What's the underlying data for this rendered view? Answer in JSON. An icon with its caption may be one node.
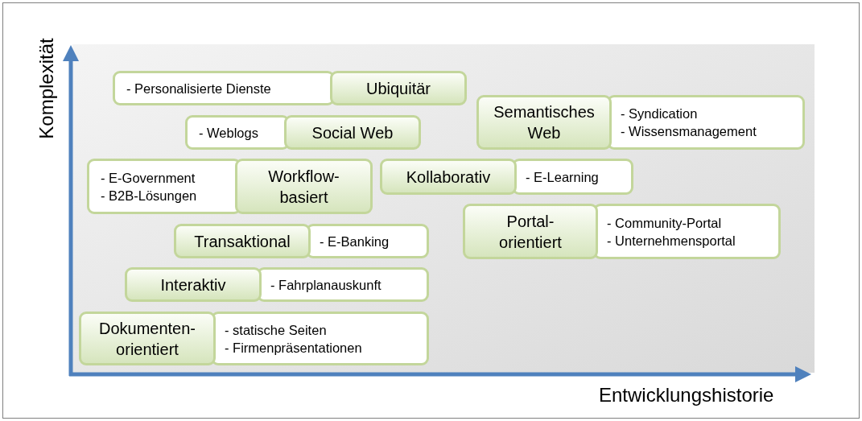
{
  "diagram": {
    "nodes": [
      {
        "text": [
          "- Personalisierte Dienste"
        ]
      },
      {
        "text": [
          "Ubiquitär"
        ]
      },
      {
        "text": [
          "- Weblogs"
        ]
      },
      {
        "text": [
          "Social Web"
        ]
      },
      {
        "text": [
          "Semantisches Web"
        ]
      },
      {
        "text": [
          "- Syndication",
          "- Wissensmanagement"
        ]
      },
      {
        "text": [
          "- E-Government",
          "- B2B-Lösungen"
        ]
      },
      {
        "text": [
          "Workflow- basiert"
        ]
      },
      {
        "text": [
          "Kollaborativ"
        ]
      },
      {
        "text": [
          "- E-Learning"
        ]
      },
      {
        "text": [
          "Portal- orientiert"
        ]
      },
      {
        "text": [
          "- Community-Portal",
          "- Unternehmensportal"
        ]
      },
      {
        "text": [
          "Transaktional"
        ]
      },
      {
        "text": [
          "- E-Banking"
        ]
      },
      {
        "text": [
          "Interaktiv"
        ]
      },
      {
        "text": [
          "- Fahrplanauskunft"
        ]
      },
      {
        "text": [
          "Dokumenten- orientiert"
        ]
      },
      {
        "text": [
          "- statische Seiten",
          "- Firmenpräsentationen"
        ]
      }
    ],
    "labels": [
      "Komplexität",
      "Entwicklungshistorie"
    ]
  }
}
